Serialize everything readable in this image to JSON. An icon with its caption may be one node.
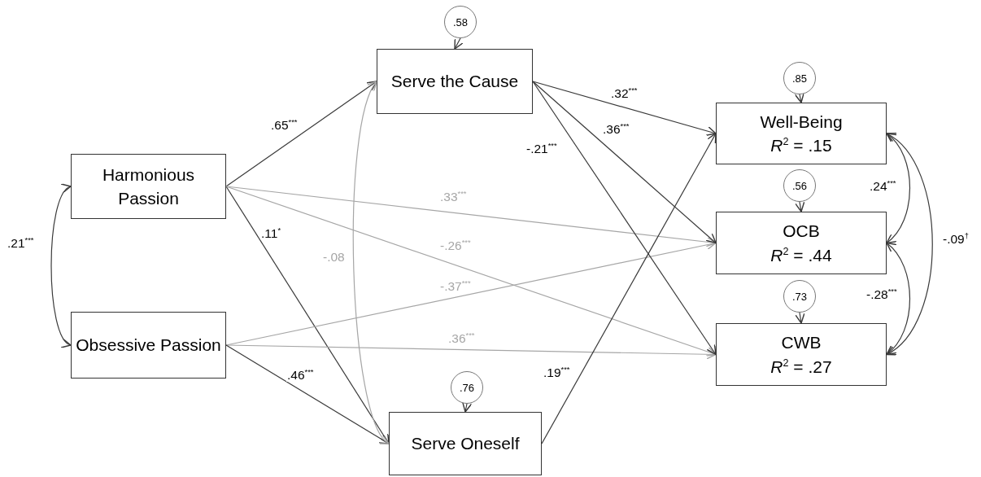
{
  "diagram": {
    "nodes": [
      {
        "text": [
          "Harmonious Passion"
        ]
      },
      {
        "text": [
          "Obsessive Passion"
        ]
      },
      {
        "text": [
          "Serve the Cause"
        ]
      },
      {
        "text": [
          "Serve Oneself"
        ]
      },
      {
        "text": [
          "Well-Being",
          "*R*$^{2}$ = .15"
        ]
      },
      {
        "text": [
          "OCB",
          "*R*$^{2}$ = .44"
        ]
      },
      {
        "text": [
          "CWB",
          "*R*$^{2}$ = .27"
        ]
      },
      {
        "text": [
          ".58"
        ]
      },
      {
        "text": [
          ".85"
        ]
      },
      {
        "text": [
          ".56"
        ]
      },
      {
        "text": [
          ".73"
        ]
      },
      {
        "text": [
          ".76"
        ]
      }
    ],
    "edges": [
      {
        "from": 0,
        "to": 2,
        "arrow": "to",
        "label": ".65$^{***}$"
      },
      {
        "from": 0,
        "to": 3,
        "arrow": "to",
        "label": ".11$^{*}$"
      },
      {
        "from": 0,
        "to": 5,
        "arrow": "to",
        "label": ".33$^{***}$",
        "color": "#a6a6a6"
      },
      {
        "from": 0,
        "to": 6,
        "arrow": "to",
        "label": "-.26$^{***}$",
        "color": "#a6a6a6"
      },
      {
        "from": 1,
        "to": 5,
        "arrow": "to",
        "label": "-.37$^{***}$",
        "color": "#a6a6a6"
      },
      {
        "from": 1,
        "to": 6,
        "arrow": "to",
        "label": ".36$^{***}$",
        "color": "#a6a6a6"
      },
      {
        "from": 1,
        "to": 3,
        "arrow": "to",
        "label": ".46$^{***}$"
      },
      {
        "from": 3,
        "to": 2,
        "arrow": "both",
        "label": "-.08",
        "color": "#a6a6a6"
      },
      {
        "from": 0,
        "to": 1,
        "arrow": "both",
        "label": ".21$^{***}$"
      },
      {
        "from": 2,
        "to": 4,
        "arrow": "to",
        "label": ".32$^{***}$"
      },
      {
        "from": 2,
        "to": 5,
        "arrow": "to",
        "label": ".36$^{***}$"
      },
      {
        "from": 2,
        "to": 6,
        "arrow": "to",
        "label": "-.21$^{***}$"
      },
      {
        "from": 3,
        "to": 4,
        "arrow": "to",
        "label": ".19$^{***}$"
      },
      {
        "from": 4,
        "to": 5,
        "arrow": "both",
        "label": ".24$^{***}$"
      },
      {
        "from": 5,
        "to": 6,
        "arrow": "both",
        "label": "-.28$^{***}$"
      },
      {
        "from": 4,
        "to": 6,
        "arrow": "both",
        "label": "-.09$^{†}$"
      },
      {
        "from": 7,
        "to": 2,
        "arrow": "to"
      },
      {
        "from": 8,
        "to": 4,
        "arrow": "to"
      },
      {
        "from": 9,
        "to": 5,
        "arrow": "to"
      },
      {
        "from": 10,
        "to": 6,
        "arrow": "to"
      },
      {
        "from": 11,
        "to": 3,
        "arrow": "to"
      }
    ]
  }
}
